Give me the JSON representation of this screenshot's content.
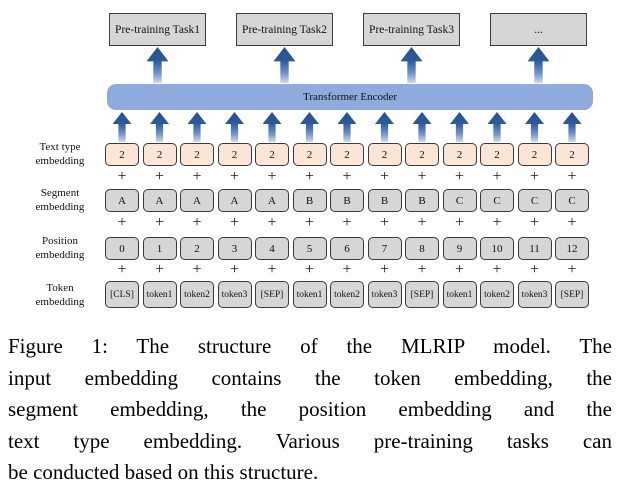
{
  "figure": {
    "tasks": [
      "Pre-training Task1",
      "Pre-training Task2",
      "Pre-training Task3",
      "..."
    ],
    "encoder_label": "Transformer Encoder",
    "plus": "+",
    "rows": [
      {
        "id": "text_type",
        "label_line1": "Text type",
        "label_line2": "embedding",
        "cells": [
          "2",
          "2",
          "2",
          "2",
          "2",
          "2",
          "2",
          "2",
          "2",
          "2",
          "2",
          "2",
          "2"
        ]
      },
      {
        "id": "segment",
        "label_line1": "Segment",
        "label_line2": "embedding",
        "cells": [
          "A",
          "A",
          "A",
          "A",
          "A",
          "B",
          "B",
          "B",
          "B",
          "C",
          "C",
          "C",
          "C"
        ]
      },
      {
        "id": "position",
        "label_line1": "Position",
        "label_line2": "embedding",
        "cells": [
          "0",
          "1",
          "2",
          "3",
          "4",
          "5",
          "6",
          "7",
          "8",
          "9",
          "10",
          "11",
          "12"
        ]
      },
      {
        "id": "token",
        "label_line1": "Token",
        "label_line2": "embedding",
        "cells": [
          "[CLS]",
          "token1",
          "token2",
          "token3",
          "[SEP]",
          "token1",
          "token2",
          "token3",
          "[SEP]",
          "token1",
          "token2",
          "token3",
          "[SEP]"
        ]
      }
    ],
    "colors": {
      "encoder_fill": "#8faadc",
      "task_fill": "#d6d6d6",
      "text_type_fill": "#fbe5d6",
      "cell_fill": "#d6d6d6",
      "arrow_dark": "#27508f",
      "arrow_light": "#ccdaf0"
    }
  },
  "caption": {
    "lines": [
      "Figure 1: The structure of the MLRIP model. The",
      "input embedding contains the token embedding, the",
      "segment embedding, the position embedding and the",
      "text type embedding. Various pre-training tasks can",
      "be conducted based on this structure."
    ]
  }
}
